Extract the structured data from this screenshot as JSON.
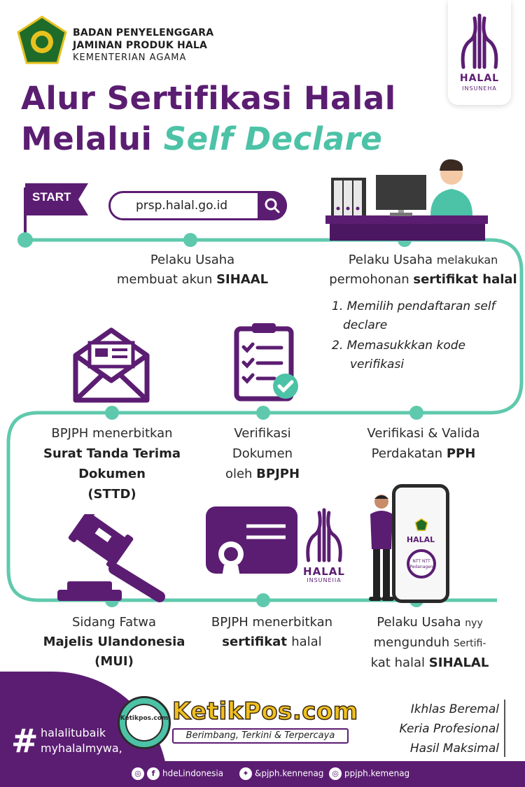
{
  "header": {
    "org_line1": "BADAN PENYELENGGARA",
    "org_line2": "JAMINAN PRODUK HALA",
    "org_line3": "KEMENTERIAN AGAMA",
    "title_line1": "Alur Sertifikasi Halal",
    "title_line2_prefix": "Melalui ",
    "title_line2_accent": "Self Declare",
    "halal_logo_text": "HALAL",
    "halal_logo_sub": "INSUNEHA"
  },
  "start": {
    "label": "START",
    "url": "prsp.halal.go.id"
  },
  "steps": {
    "s1_l1": "Pelaku Usaha",
    "s1_l2a": "membuat akun ",
    "s1_l2b": "SIHAAL",
    "s2_l1a": "Pelaku Usaha ",
    "s2_l1b": "melakukan",
    "s2_l2a": "permohonan ",
    "s2_l2b": "sertifikat halal",
    "s2_sub1a": "1. Memilih pendaftaran self",
    "s2_sub1b": "declare",
    "s2_sub2a": "2. Memasukkkan kode",
    "s2_sub2b": "verifikasi",
    "s3_l1": "Verifikasi & Valida",
    "s3_l2a": "Perdakatan ",
    "s3_l2b": "PPH",
    "s4_l1": "Verifikasi",
    "s4_l2": "Dokumen",
    "s4_l3a": "oleh ",
    "s4_l3b": "BPJPH",
    "s5_l1": "BPJPH menerbitkan",
    "s5_l2": "Surat Tanda Terima",
    "s5_l3": "Dokumen",
    "s5_l4": "(STTD)",
    "s6_l1": "Sidang Fatwa",
    "s6_l2": "Majelis Ulandonesia",
    "s6_l3": "(MUI)",
    "s7_l1": "BPJPH menerbitkan",
    "s7_l2a": "sertifikat ",
    "s7_l2b": "halal",
    "s8_l1a": "Pelaku Usaha ",
    "s8_l1b": "nyy",
    "s8_l2a": "mengunduh ",
    "s8_l2b": "Sertifi-",
    "s8_l3a": "kat halal ",
    "s8_l3b": "SIHALAL"
  },
  "phone": {
    "halal_text": "HALAL",
    "badge_text": "NTT NTT Pedanagen"
  },
  "certificate_logo": {
    "text": "HALAL",
    "sub": "INSUNEIIA"
  },
  "footer": {
    "hashtag_symbol": "#",
    "hashtag_line1": "halalitubaik",
    "hashtag_line2": "myhalalmywa,",
    "brand_name": "KetikPos.com",
    "brand_tagline": "Berimbang, Terkini &  Terpercaya",
    "brand_badge": "Ketikpos.com",
    "motto_1": "Ikhlas Beremal",
    "motto_2": "Keria Profesional",
    "motto_3": "Hasil Maksimal",
    "social_1": "hdeLindonesia",
    "social_2": "&pjph.kennenag",
    "social_3": "ppjph.kemenag"
  },
  "colors": {
    "purple": "#5b1d72",
    "green": "#4cc2a6",
    "path": "#5fc9ad"
  }
}
